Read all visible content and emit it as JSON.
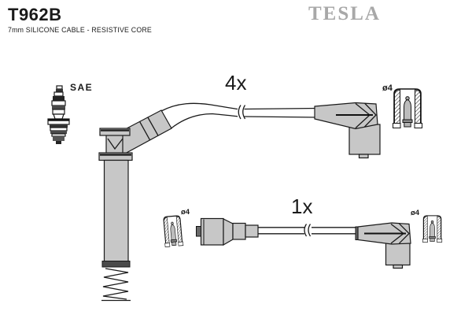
{
  "header": {
    "part_number": "T962B",
    "subtitle": "7mm SILICONE CABLE - RESISTIVE CORE",
    "brand": "TESLA"
  },
  "labels": {
    "spark_plug_standard": "SAE",
    "top_cable_quantity": "4x",
    "bottom_cable_quantity": "1x",
    "terminal_diameter_top_right": "ø4",
    "terminal_diameter_bottom_left": "ø4",
    "terminal_diameter_bottom_right": "ø4"
  },
  "icons": {
    "spark_plug": "spark-plug-icon",
    "terminal_socket": "terminal-socket-cross-section-icon",
    "cable_break": "cable-break-icon",
    "spring": "spring-terminal-icon"
  },
  "colors": {
    "line": "#1a1a1a",
    "boot_fill": "#c7c7c7",
    "logo_gray": "#a8a8a8",
    "metal_dark": "#4a4a4a",
    "pin_fill": "#bdbdbd",
    "background": "#ffffff"
  }
}
